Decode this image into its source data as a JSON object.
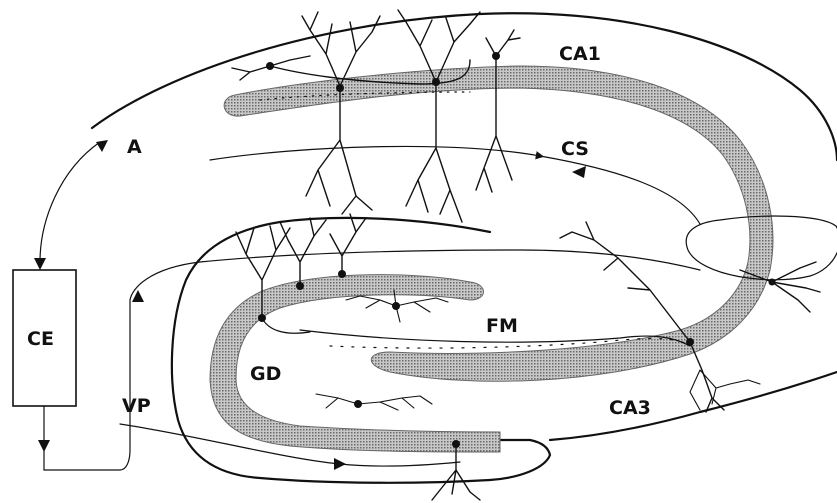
{
  "labels": {
    "ca1": "CA1",
    "cs": "CS",
    "a": "A",
    "ce": "CE",
    "fm": "FM",
    "gd": "GD",
    "vp": "VP",
    "ca3": "CA3"
  },
  "colors": {
    "ink": "#111111",
    "band_fill": "#a8a8a8",
    "background": "#ffffff"
  }
}
